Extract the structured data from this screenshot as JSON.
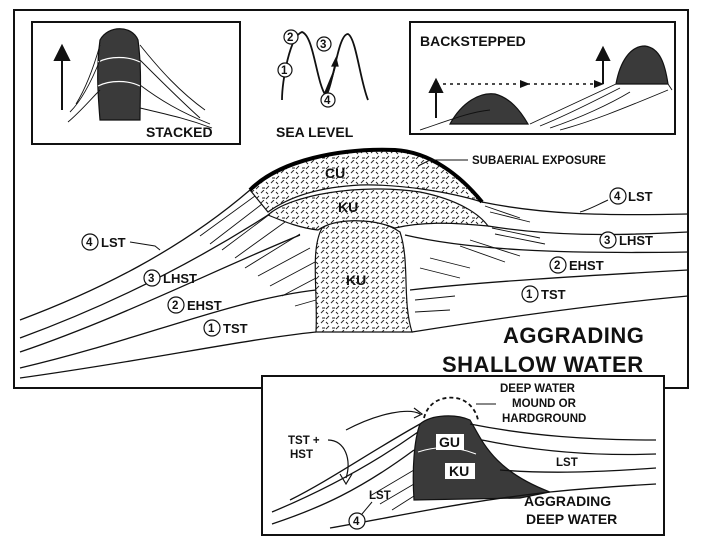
{
  "insets": {
    "stacked": {
      "label": "STACKED"
    },
    "sea_level": {
      "label": "SEA LEVEL",
      "markers": [
        "1",
        "2",
        "3",
        "4"
      ]
    },
    "backstepped": {
      "label": "BACKSTEPPED"
    }
  },
  "main": {
    "title_line1": "AGGRADING",
    "title_line2": "SHALLOW WATER",
    "subaerial": "SUBAERIAL EXPOSURE",
    "units": {
      "cu": "CU",
      "ku_upper": "KU",
      "ku_lower": "KU"
    },
    "right_tracts": [
      {
        "num": "4",
        "text": "LST"
      },
      {
        "num": "3",
        "text": "LHST"
      },
      {
        "num": "2",
        "text": "EHST"
      },
      {
        "num": "1",
        "text": "TST"
      }
    ],
    "left_tracts": [
      {
        "num": "4",
        "text": "LST"
      },
      {
        "num": "3",
        "text": "LHST"
      },
      {
        "num": "2",
        "text": "EHST"
      },
      {
        "num": "1",
        "text": "TST"
      }
    ]
  },
  "deep": {
    "title_line1": "AGGRADING",
    "title_line2": "DEEP WATER",
    "mound_line1": "DEEP WATER",
    "mound_line2": "MOUND OR",
    "mound_line3": "HARDGROUND",
    "tst_line1": "TST +",
    "tst_line2": "HST",
    "gu": "GU",
    "ku": "KU",
    "lst_right": "LST",
    "lst_left": "LST",
    "marker4": "4"
  },
  "colors": {
    "ink": "#111111",
    "fill_dark": "#3a3a3a",
    "paper": "#ffffff"
  }
}
